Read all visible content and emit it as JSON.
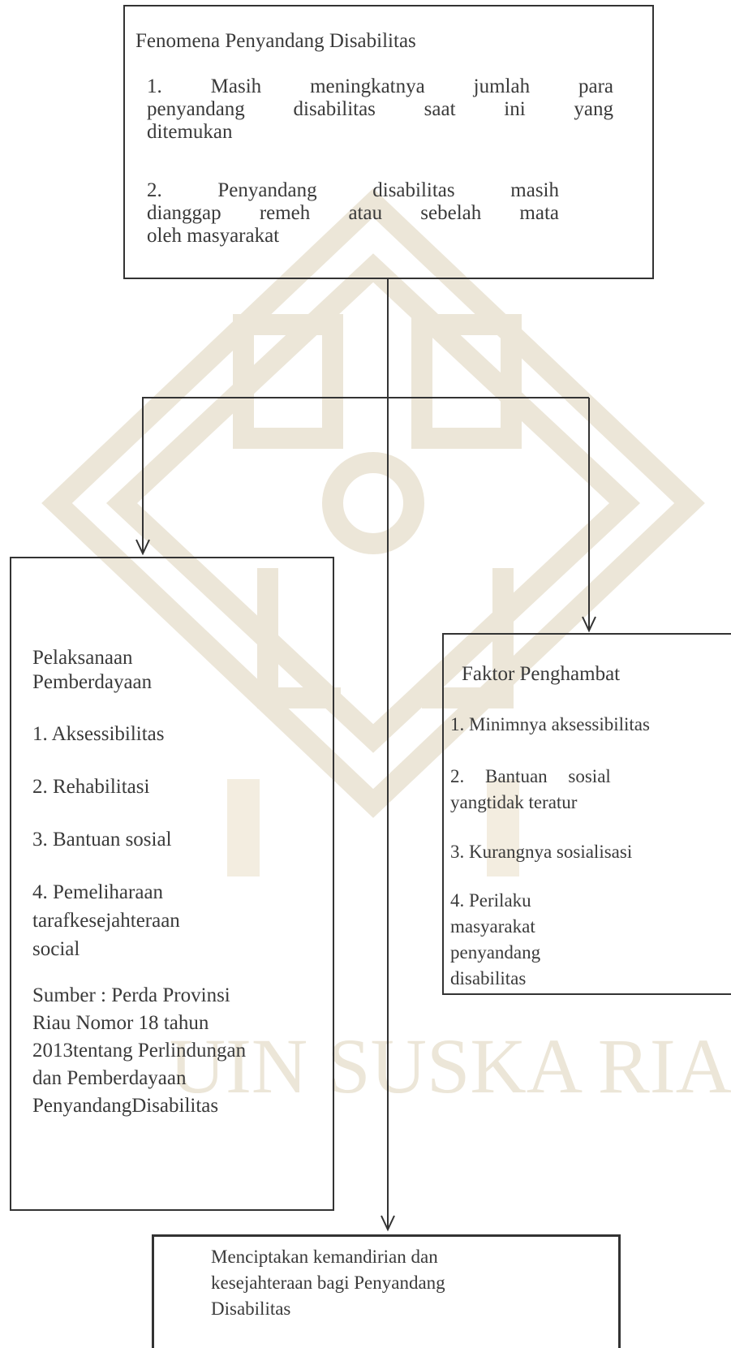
{
  "diagram": {
    "phenomenon": {
      "title": "Fenomena Penyandang Disabilitas",
      "item1": [
        "1. Masih meningkatnya jumlah para",
        "penyandang disabilitas saat ini yang",
        "ditemukan"
      ],
      "item2": [
        "2. Penyandang disabilitas masih",
        "dianggap remeh atau sebelah mata",
        "oleh masyarakat"
      ]
    },
    "implementation": {
      "title": [
        "Pelaksanaan",
        "Pemberdayaan"
      ],
      "items": [
        "1. Aksessibilitas",
        "2. Rehabilitasi",
        "3. Bantuan sosial"
      ],
      "item4": [
        "4. Pemeliharaan",
        "tarafkesejahteraan",
        "social"
      ],
      "source": [
        "Sumber : Perda Provinsi",
        "Riau Nomor 18 tahun",
        "2013tentang Perlindungan",
        "dan Pemberdayaan",
        "PenyandangDisabilitas"
      ]
    },
    "obstacles": {
      "title": "Faktor Penghambat",
      "item1": "1. Minimnya aksessibilitas",
      "item2": [
        "2. Bantuan sosial",
        "yangtidak teratur"
      ],
      "item3": "3. Kurangnya sosialisasi",
      "item4": [
        "4. Perilaku",
        "masyarakat",
        "penyandang",
        "disabilitas"
      ]
    },
    "outcome": {
      "lines": [
        "Menciptakan kemandirian dan",
        "kesejahteraan bagi Penyandang",
        "Disabilitas"
      ]
    },
    "watermark": {
      "text": "UIN SUSKA RIAU",
      "color": "#e8e0cf"
    }
  }
}
